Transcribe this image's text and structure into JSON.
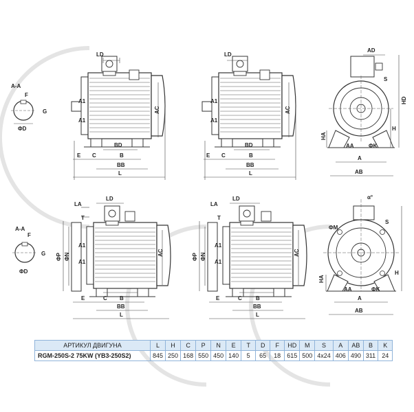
{
  "labels": {
    "section": "A-A",
    "F": "F",
    "G": "G",
    "D": "ΦD",
    "LD": "LD",
    "LA": "LA",
    "T": "T",
    "AD": "AD",
    "alpha": "α°",
    "A1": "A1",
    "AC": "AC",
    "P": "ΦP",
    "N": "ΦN",
    "M": "ΦM",
    "HD": "HD",
    "H": "H",
    "HA": "HA",
    "S": "S",
    "E": "E",
    "C": "C",
    "B": "B",
    "BD": "BD",
    "BB": "BB",
    "L": "L",
    "AA": "AA",
    "K": "ΦK",
    "A": "A",
    "AB": "AB"
  },
  "table": {
    "article_header": "АРТИКУЛ ДВИГУНА",
    "columns": [
      "L",
      "H",
      "C",
      "P",
      "N",
      "E",
      "T",
      "D",
      "F",
      "HD",
      "M",
      "S",
      "A",
      "AB",
      "B",
      "K"
    ],
    "article": "RGM-250S-2 75KW   (YB3-250S2)",
    "values": [
      "845",
      "250",
      "168",
      "550",
      "450",
      "140",
      "5",
      "65",
      "18",
      "615",
      "500",
      "4x24",
      "406",
      "490",
      "311",
      "24"
    ]
  }
}
